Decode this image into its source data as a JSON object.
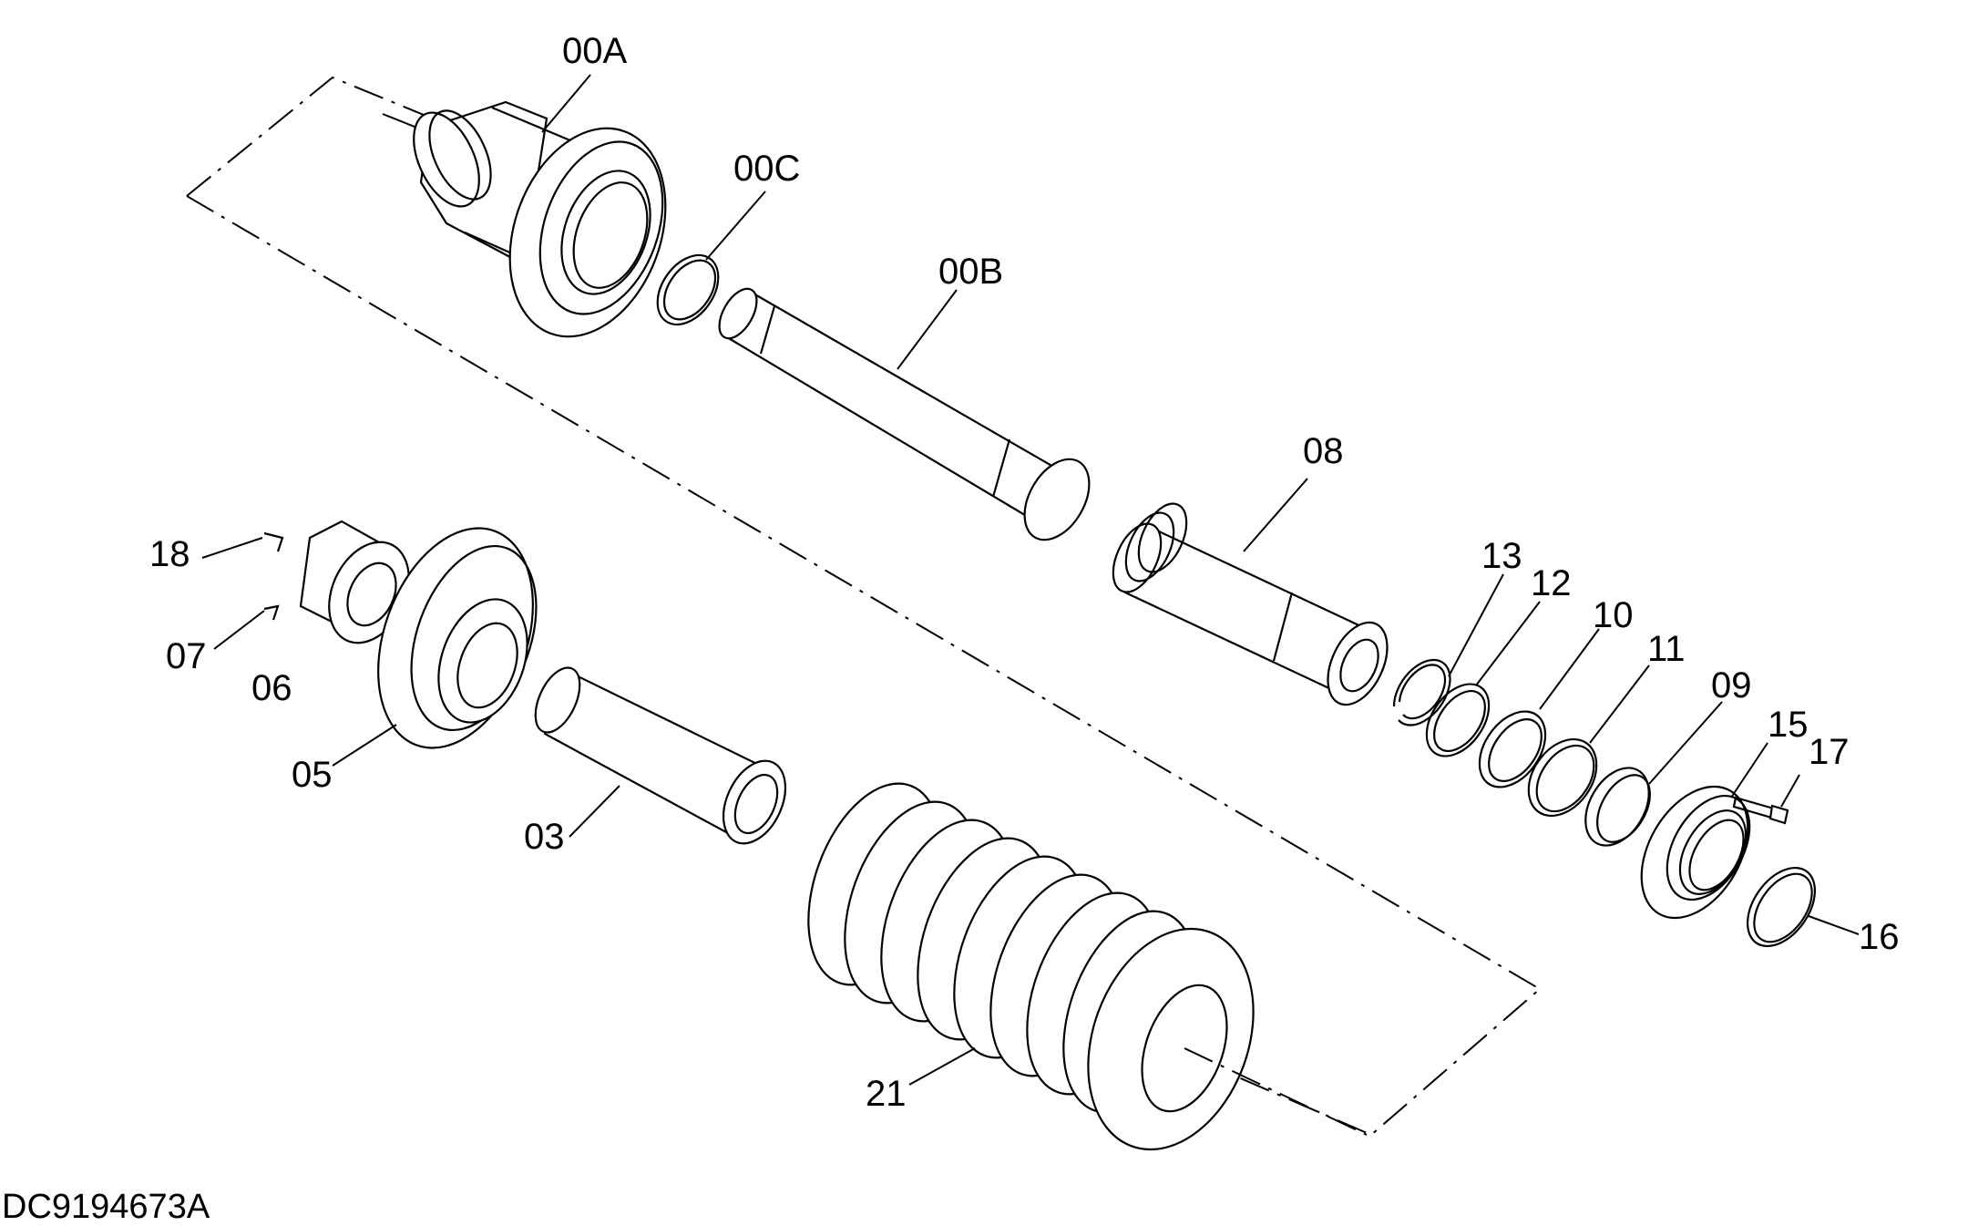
{
  "document_id": "DC9194673A",
  "callouts": {
    "c00A": "00A",
    "c00C": "00C",
    "c00B": "00B",
    "c08": "08",
    "c18": "18",
    "c07": "07",
    "c06": "06",
    "c05": "05",
    "c03": "03",
    "c13": "13",
    "c12": "12",
    "c10": "10",
    "c11": "11",
    "c09": "09",
    "c15": "15",
    "c17": "17",
    "c16": "16",
    "c21": "21"
  }
}
